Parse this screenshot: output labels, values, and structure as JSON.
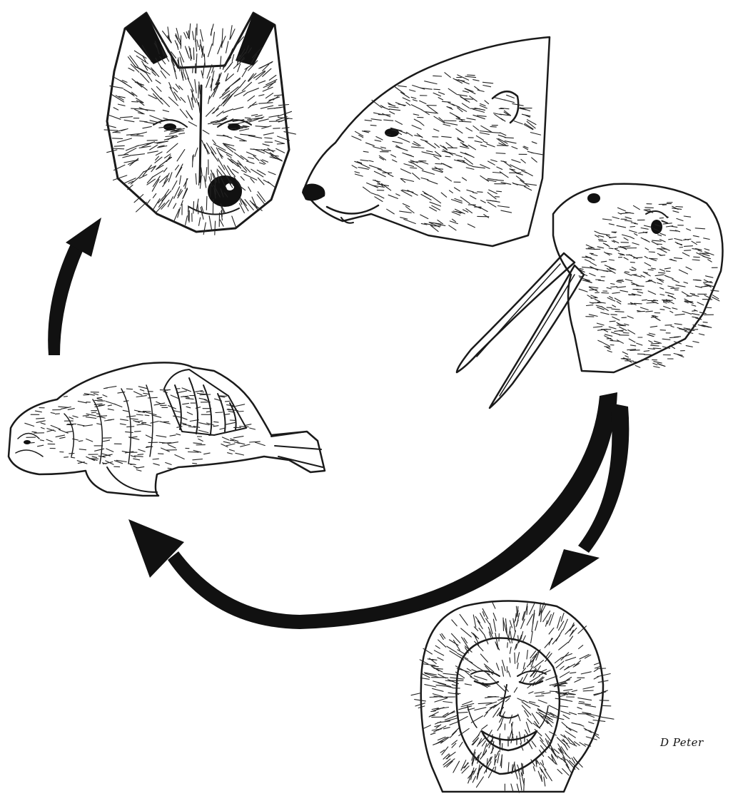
{
  "diagram": {
    "nodes": [
      {
        "id": "wolf",
        "icon": "wolf-head-icon"
      },
      {
        "id": "polar-bear",
        "icon": "polar-bear-head-icon"
      },
      {
        "id": "walrus",
        "icon": "walrus-head-icon"
      },
      {
        "id": "walrus-carcass",
        "icon": "walrus-carcass-icon"
      },
      {
        "id": "hunter",
        "icon": "hunter-face-icon"
      }
    ],
    "edges": [
      {
        "from": "walrus",
        "to": "hunter"
      },
      {
        "from": "walrus",
        "to": "walrus-carcass"
      },
      {
        "from": "walrus-carcass",
        "to": "wolf"
      }
    ],
    "colors": {
      "ink": "#111111",
      "background": "#ffffff"
    }
  },
  "signature": "D Peter"
}
